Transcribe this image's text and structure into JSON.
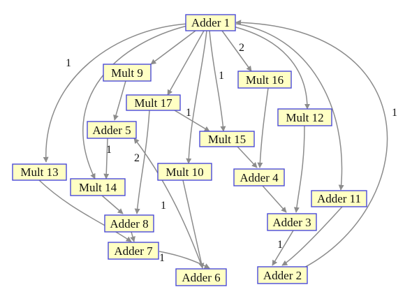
{
  "nodes": [
    {
      "id": "adder1",
      "label": "Adder 1"
    },
    {
      "id": "mult9",
      "label": "Mult 9"
    },
    {
      "id": "mult16",
      "label": "Mult 16"
    },
    {
      "id": "mult17",
      "label": "Mult 17"
    },
    {
      "id": "mult12",
      "label": "Mult 12"
    },
    {
      "id": "adder5",
      "label": "Adder 5"
    },
    {
      "id": "mult15",
      "label": "Mult 15"
    },
    {
      "id": "mult13",
      "label": "Mult 13"
    },
    {
      "id": "mult10",
      "label": "Mult 10"
    },
    {
      "id": "adder4",
      "label": "Adder 4"
    },
    {
      "id": "mult14",
      "label": "Mult 14"
    },
    {
      "id": "adder11",
      "label": "Adder 11"
    },
    {
      "id": "adder8",
      "label": "Adder 8"
    },
    {
      "id": "adder3",
      "label": "Adder 3"
    },
    {
      "id": "adder7",
      "label": "Adder 7"
    },
    {
      "id": "adder6",
      "label": "Adder 6"
    },
    {
      "id": "adder2",
      "label": "Adder 2"
    }
  ],
  "edges": [
    {
      "id": "e1",
      "from": "adder1",
      "to": "mult13",
      "label": "1"
    },
    {
      "id": "e2",
      "from": "adder1",
      "to": "mult14",
      "label": ""
    },
    {
      "id": "e3",
      "from": "adder1",
      "to": "mult9",
      "label": ""
    },
    {
      "id": "e4",
      "from": "adder1",
      "to": "mult17",
      "label": ""
    },
    {
      "id": "e5",
      "from": "adder1",
      "to": "mult10",
      "label": ""
    },
    {
      "id": "e6",
      "from": "adder1",
      "to": "mult15",
      "label": "1"
    },
    {
      "id": "e7",
      "from": "adder1",
      "to": "mult16",
      "label": "2"
    },
    {
      "id": "e8",
      "from": "adder1",
      "to": "mult12",
      "label": ""
    },
    {
      "id": "e9",
      "from": "adder1",
      "to": "adder11",
      "label": ""
    },
    {
      "id": "e10",
      "from": "adder2",
      "to": "adder1",
      "label": "1"
    },
    {
      "id": "e11",
      "from": "mult9",
      "to": "adder5",
      "label": ""
    },
    {
      "id": "e12",
      "from": "adder5",
      "to": "mult14",
      "label": "1"
    },
    {
      "id": "e13",
      "from": "mult17",
      "to": "mult15",
      "label": "1"
    },
    {
      "id": "e14",
      "from": "mult17",
      "to": "adder8",
      "label": "2"
    },
    {
      "id": "e15",
      "from": "adder6",
      "to": "adder5",
      "label": "1"
    },
    {
      "id": "e16",
      "from": "mult15",
      "to": "adder4",
      "label": ""
    },
    {
      "id": "e17",
      "from": "mult16",
      "to": "adder4",
      "label": ""
    },
    {
      "id": "e18",
      "from": "adder4",
      "to": "adder3",
      "label": ""
    },
    {
      "id": "e19",
      "from": "mult12",
      "to": "adder3",
      "label": ""
    },
    {
      "id": "e20",
      "from": "mult13",
      "to": "adder7",
      "label": ""
    },
    {
      "id": "e21",
      "from": "mult14",
      "to": "adder8",
      "label": ""
    },
    {
      "id": "e22",
      "from": "adder8",
      "to": "adder7",
      "label": ""
    },
    {
      "id": "e23",
      "from": "adder7",
      "to": "adder6",
      "label": "1"
    },
    {
      "id": "e24",
      "from": "mult10",
      "to": "adder6",
      "label": ""
    },
    {
      "id": "e25",
      "from": "adder3",
      "to": "adder2",
      "label": "1"
    },
    {
      "id": "e26",
      "from": "adder11",
      "to": "adder2",
      "label": ""
    }
  ],
  "colors": {
    "node_fill": "#ffffc4",
    "node_border": "#4a4ad8",
    "edge": "#8c8c8c",
    "text": "#111111"
  }
}
